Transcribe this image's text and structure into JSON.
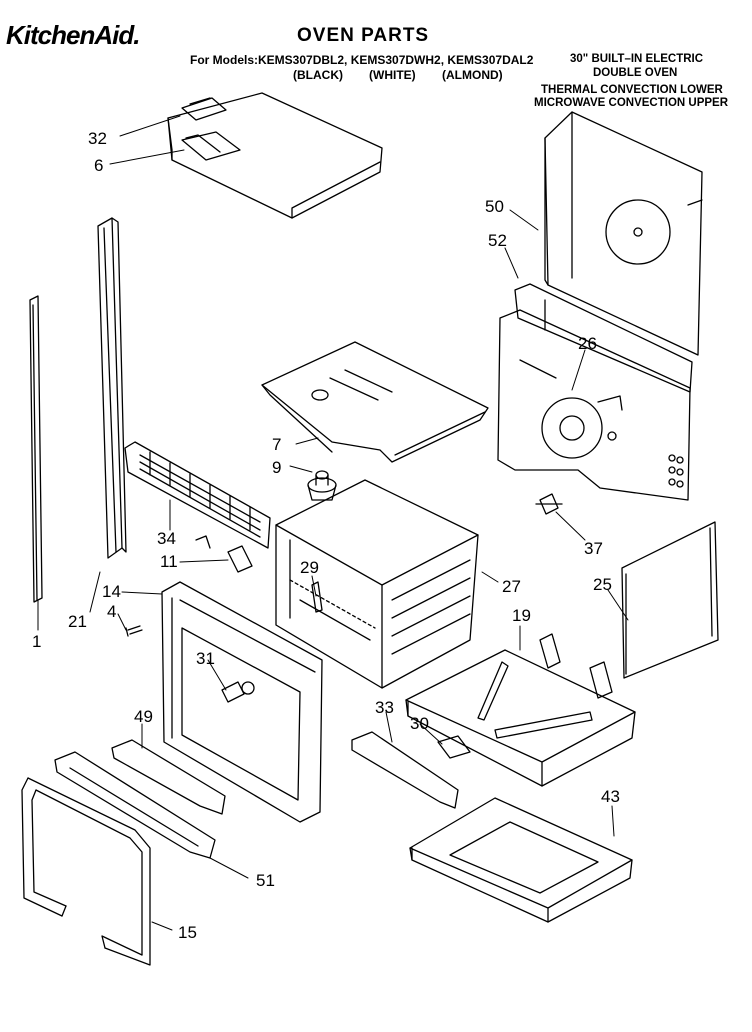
{
  "header": {
    "brand": "KitchenAid.",
    "title": "OVEN PARTS",
    "models": "For Models:KEMS307DBL2, KEMS307DWH2, KEMS307DAL2",
    "colors": [
      "(BLACK)",
      "(WHITE)",
      "(ALMOND)"
    ],
    "description_lines": [
      "30\" BUILT–IN ELECTRIC",
      "DOUBLE OVEN",
      "THERMAL CONVECTION LOWER",
      "MICROWAVE CONVECTION UPPER"
    ]
  },
  "callouts": [
    "32",
    "6",
    "50",
    "52",
    "26",
    "7",
    "9",
    "37",
    "34",
    "11",
    "29",
    "27",
    "25",
    "14",
    "4",
    "21",
    "1",
    "19",
    "31",
    "33",
    "30",
    "49",
    "43",
    "51",
    "15"
  ]
}
